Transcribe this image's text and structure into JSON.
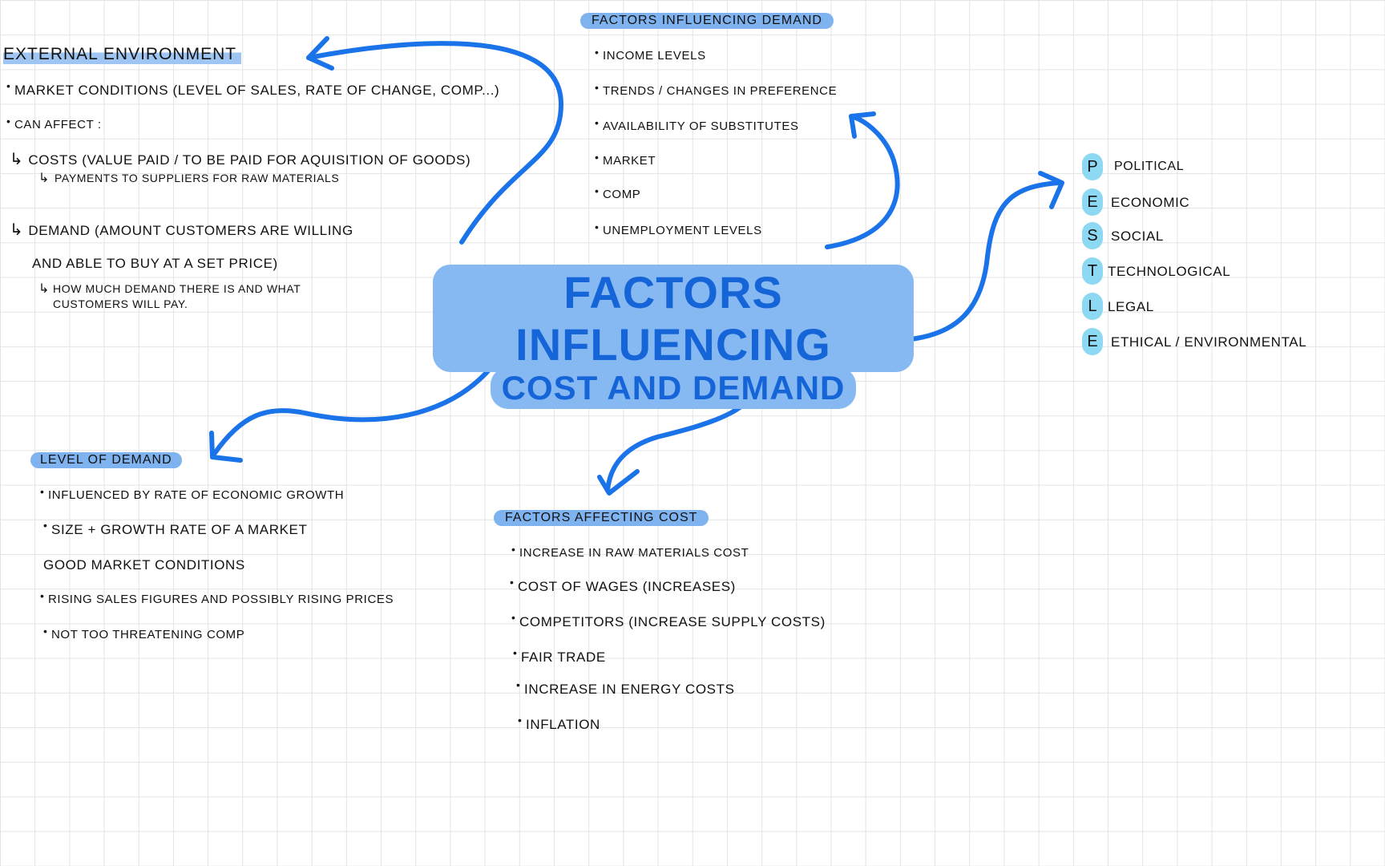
{
  "title": {
    "line1": "FACTORS INFLUENCING",
    "line2": "COST AND DEMAND"
  },
  "external_environment": {
    "heading": "EXTERNAL ENVIRONMENT",
    "market_conditions": "MARKET CONDITIONS (LEVEL OF SALES, RATE OF CHANGE, COMP...)",
    "can_affect": "CAN AFFECT :",
    "costs": "COSTS (VALUE PAID / TO BE PAID FOR AQUISITION OF GOODS)",
    "costs_sub": "PAYMENTS TO SUPPLIERS FOR RAW MATERIALS",
    "demand_line1": "DEMAND (AMOUNT CUSTOMERS ARE WILLING",
    "demand_line2": "AND ABLE TO BUY AT A SET PRICE)",
    "demand_sub_line1": "HOW MUCH DEMAND THERE IS AND WHAT",
    "demand_sub_line2": "CUSTOMERS WILL PAY."
  },
  "factors_demand": {
    "heading": "FACTORS INFLUENCING DEMAND",
    "items": [
      "INCOME LEVELS",
      "TRENDS / CHANGES IN PREFERENCE",
      "AVAILABILITY OF SUBSTITUTES",
      "MARKET",
      "COMP",
      "UNEMPLOYMENT LEVELS"
    ]
  },
  "pestle": [
    {
      "letter": "P",
      "word": "POLITICAL"
    },
    {
      "letter": "E",
      "word": "ECONOMIC"
    },
    {
      "letter": "S",
      "word": "SOCIAL"
    },
    {
      "letter": "T",
      "word": "TECHNOLOGICAL"
    },
    {
      "letter": "L",
      "word": "LEGAL"
    },
    {
      "letter": "E",
      "word": "ETHICAL / ENVIRONMENTAL"
    }
  ],
  "level_of_demand": {
    "heading": "LEVEL OF DEMAND",
    "item1": "INFLUENCED BY RATE OF ECONOMIC GROWTH",
    "item2": "SIZE + GROWTH RATE OF A MARKET",
    "plain": "GOOD MARKET CONDITIONS",
    "item3": "RISING SALES FIGURES AND POSSIBLY RISING PRICES",
    "item4": "NOT TOO THREATENING COMP"
  },
  "factors_cost": {
    "heading": "FACTORS AFFECTING COST",
    "items": [
      "INCREASE IN RAW MATERIALS COST",
      "COST OF WAGES (INCREASES)",
      "COMPETITORS (INCREASE SUPPLY COSTS)",
      "FAIR TRADE",
      "INCREASE IN ENERGY COSTS",
      "INFLATION"
    ]
  },
  "sub_arrow_glyph": "↳",
  "colors": {
    "ink": "#111111",
    "arrow_blue": "#1a73e8",
    "highlight_blue": "#7fb3ef",
    "title_blue": "#1565d8",
    "pestle_cyan": "#8dd8f2"
  }
}
